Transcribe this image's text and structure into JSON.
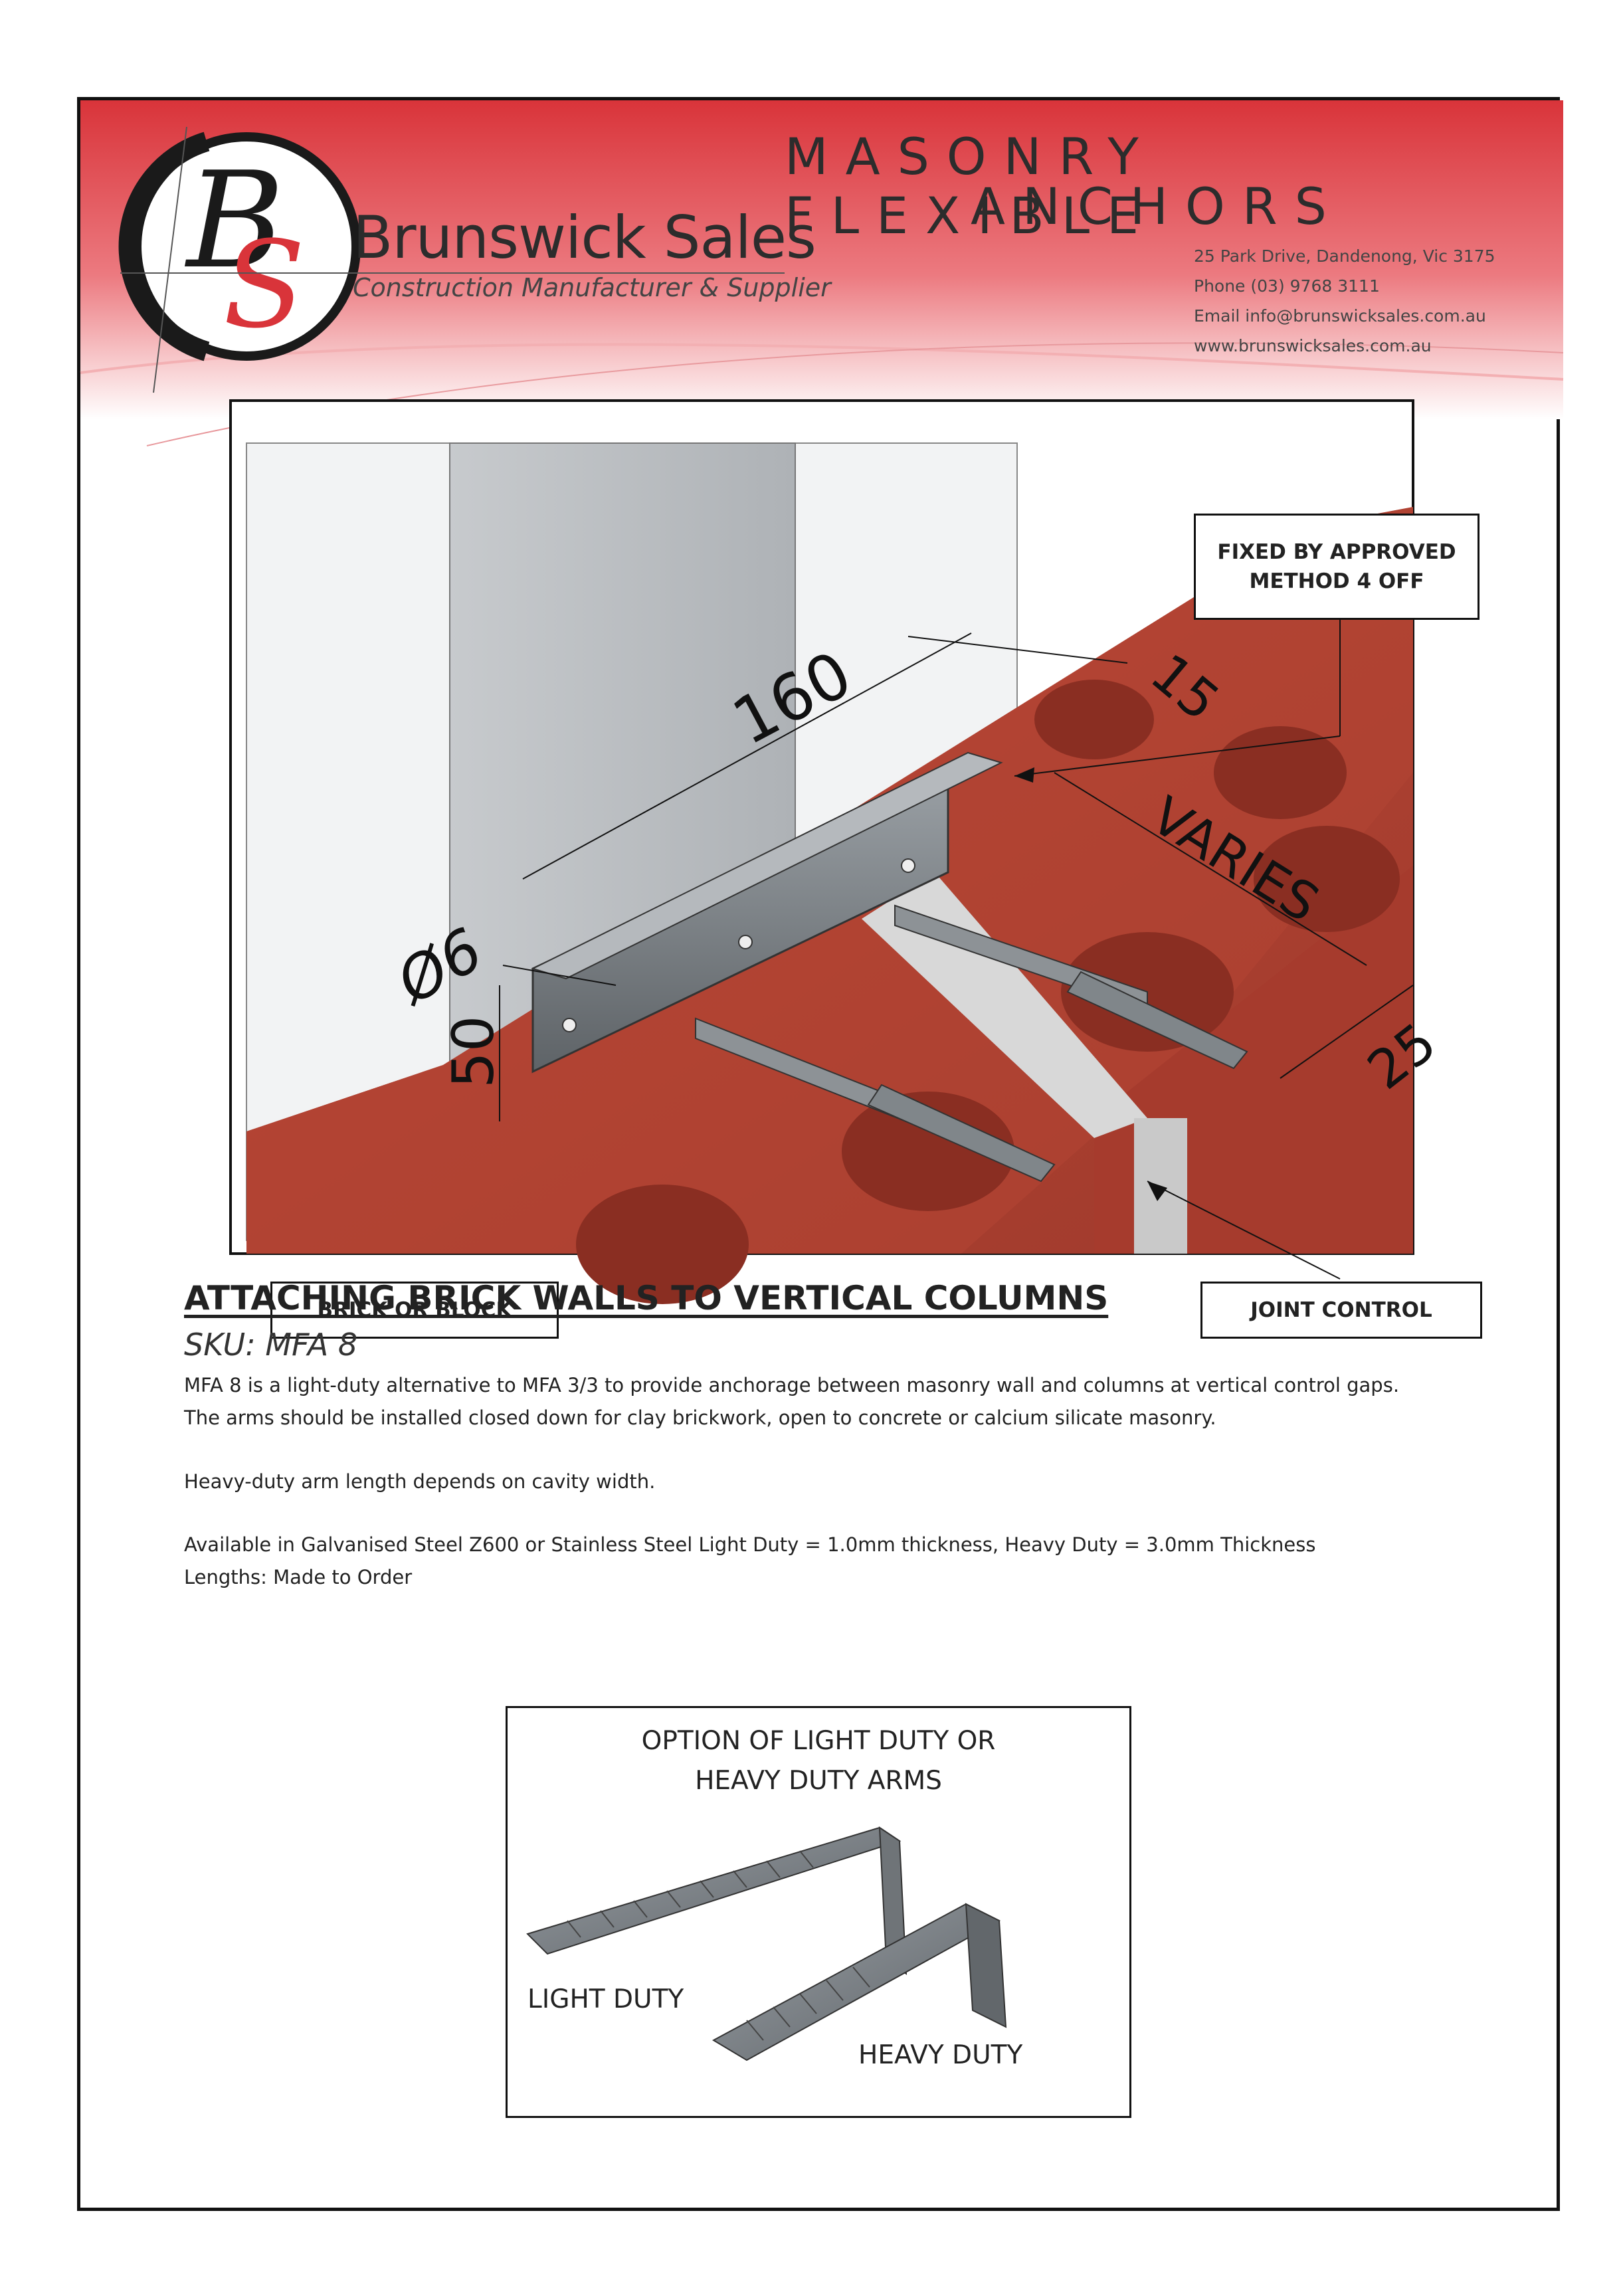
{
  "header": {
    "company_name": "Brunswick Sales",
    "company_tagline": "Construction Manufacturer & Supplier",
    "title_line1": "MASONRY FLEXIBLE",
    "title_line2": "ANCHORS",
    "address": "25 Park Drive, Dandenong, Vic 3175",
    "phone": "Phone (03) 9768 3111",
    "email": "Email info@brunswicksales.com.au",
    "website": "www.brunswicksales.com.au",
    "logo_letters": "BS",
    "brand_color": "#d9343a"
  },
  "diagram": {
    "callout_fixed": "FIXED BY APPROVED METHOD 4 OFF",
    "callout_brick": "BRICK OR BLOCK",
    "callout_joint": "JOINT CONTROL",
    "dim_length": "160",
    "dim_offset": "15",
    "dim_varies": "VARIES",
    "dim_arm": "25",
    "dim_hole": "Ø6",
    "dim_height": "50"
  },
  "content": {
    "heading": "ATTACHING BRICK WALLS TO VERTICAL COLUMNS",
    "sku": "SKU: MFA 8",
    "paragraph1_line1": "MFA 8 is a light-duty alternative to MFA 3/3 to provide anchorage between masonry wall and columns at vertical control gaps.",
    "paragraph1_line2": "The arms should be installed closed down for clay brickwork, open to concrete or calcium silicate masonry.",
    "paragraph2": "Heavy-duty arm length depends on cavity width.",
    "paragraph3_line1": "Available in Galvanised Steel Z600 or Stainless Steel  Light Duty = 1.0mm thickness, Heavy Duty  = 3.0mm Thickness",
    "paragraph3_line2": "Lengths: Made to Order"
  },
  "inset": {
    "title_line1": "OPTION OF LIGHT DUTY OR",
    "title_line2": "HEAVY DUTY ARMS",
    "label_light": "LIGHT DUTY",
    "label_heavy": "HEAVY DUTY"
  }
}
